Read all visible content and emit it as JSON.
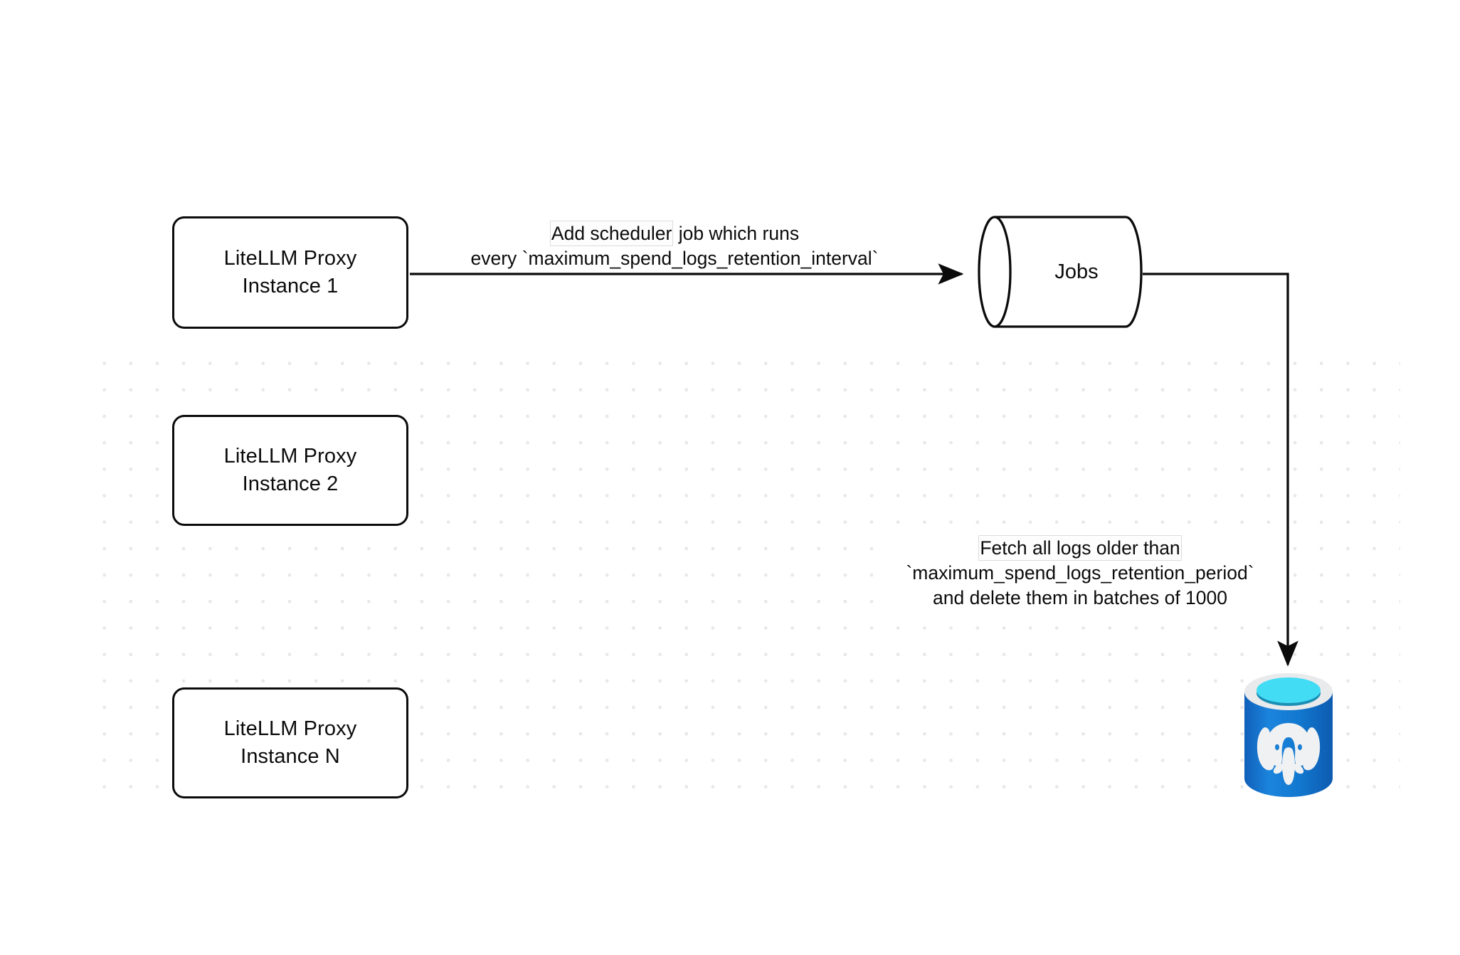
{
  "diagram": {
    "title": "LiteLLM spend logs retention scheduler flow",
    "background_color": "#ffffff",
    "grid_dot_color": "#e8e8e8",
    "stroke_color": "#0b0b0b",
    "nodes": {
      "proxy_1": {
        "line1": "LiteLLM Proxy",
        "line2": "Instance 1",
        "shape": "rounded-rectangle"
      },
      "proxy_2": {
        "line1": "LiteLLM Proxy",
        "line2": "Instance 2",
        "shape": "rounded-rectangle"
      },
      "proxy_n": {
        "line1": "LiteLLM Proxy",
        "line2": "Instance N",
        "shape": "rounded-rectangle"
      },
      "jobs": {
        "label": "Jobs",
        "shape": "cylinder"
      },
      "postgres": {
        "label": "",
        "shape": "database-cylinder",
        "icon": "postgresql-elephant-icon",
        "colors": {
          "body": "#0f6fc6",
          "body_light": "#1f8be0",
          "rim": "#e9eaec",
          "top": "#42dcf5",
          "top_band": "#1b8fb5",
          "elephant": "#f0f1f2"
        }
      }
    },
    "edges": {
      "scheduler": {
        "from": "proxy_1",
        "to": "jobs",
        "line1": "Add scheduler",
        "line1_rest": " job which runs",
        "line2": "every `maximum_spend_logs_retention_interval`"
      },
      "fetch": {
        "from": "jobs",
        "to": "postgres",
        "line1": "Fetch all logs older than",
        "line2": "`maximum_spend_logs_retention_period`",
        "line3": "and delete them in batches of 1000"
      }
    }
  }
}
